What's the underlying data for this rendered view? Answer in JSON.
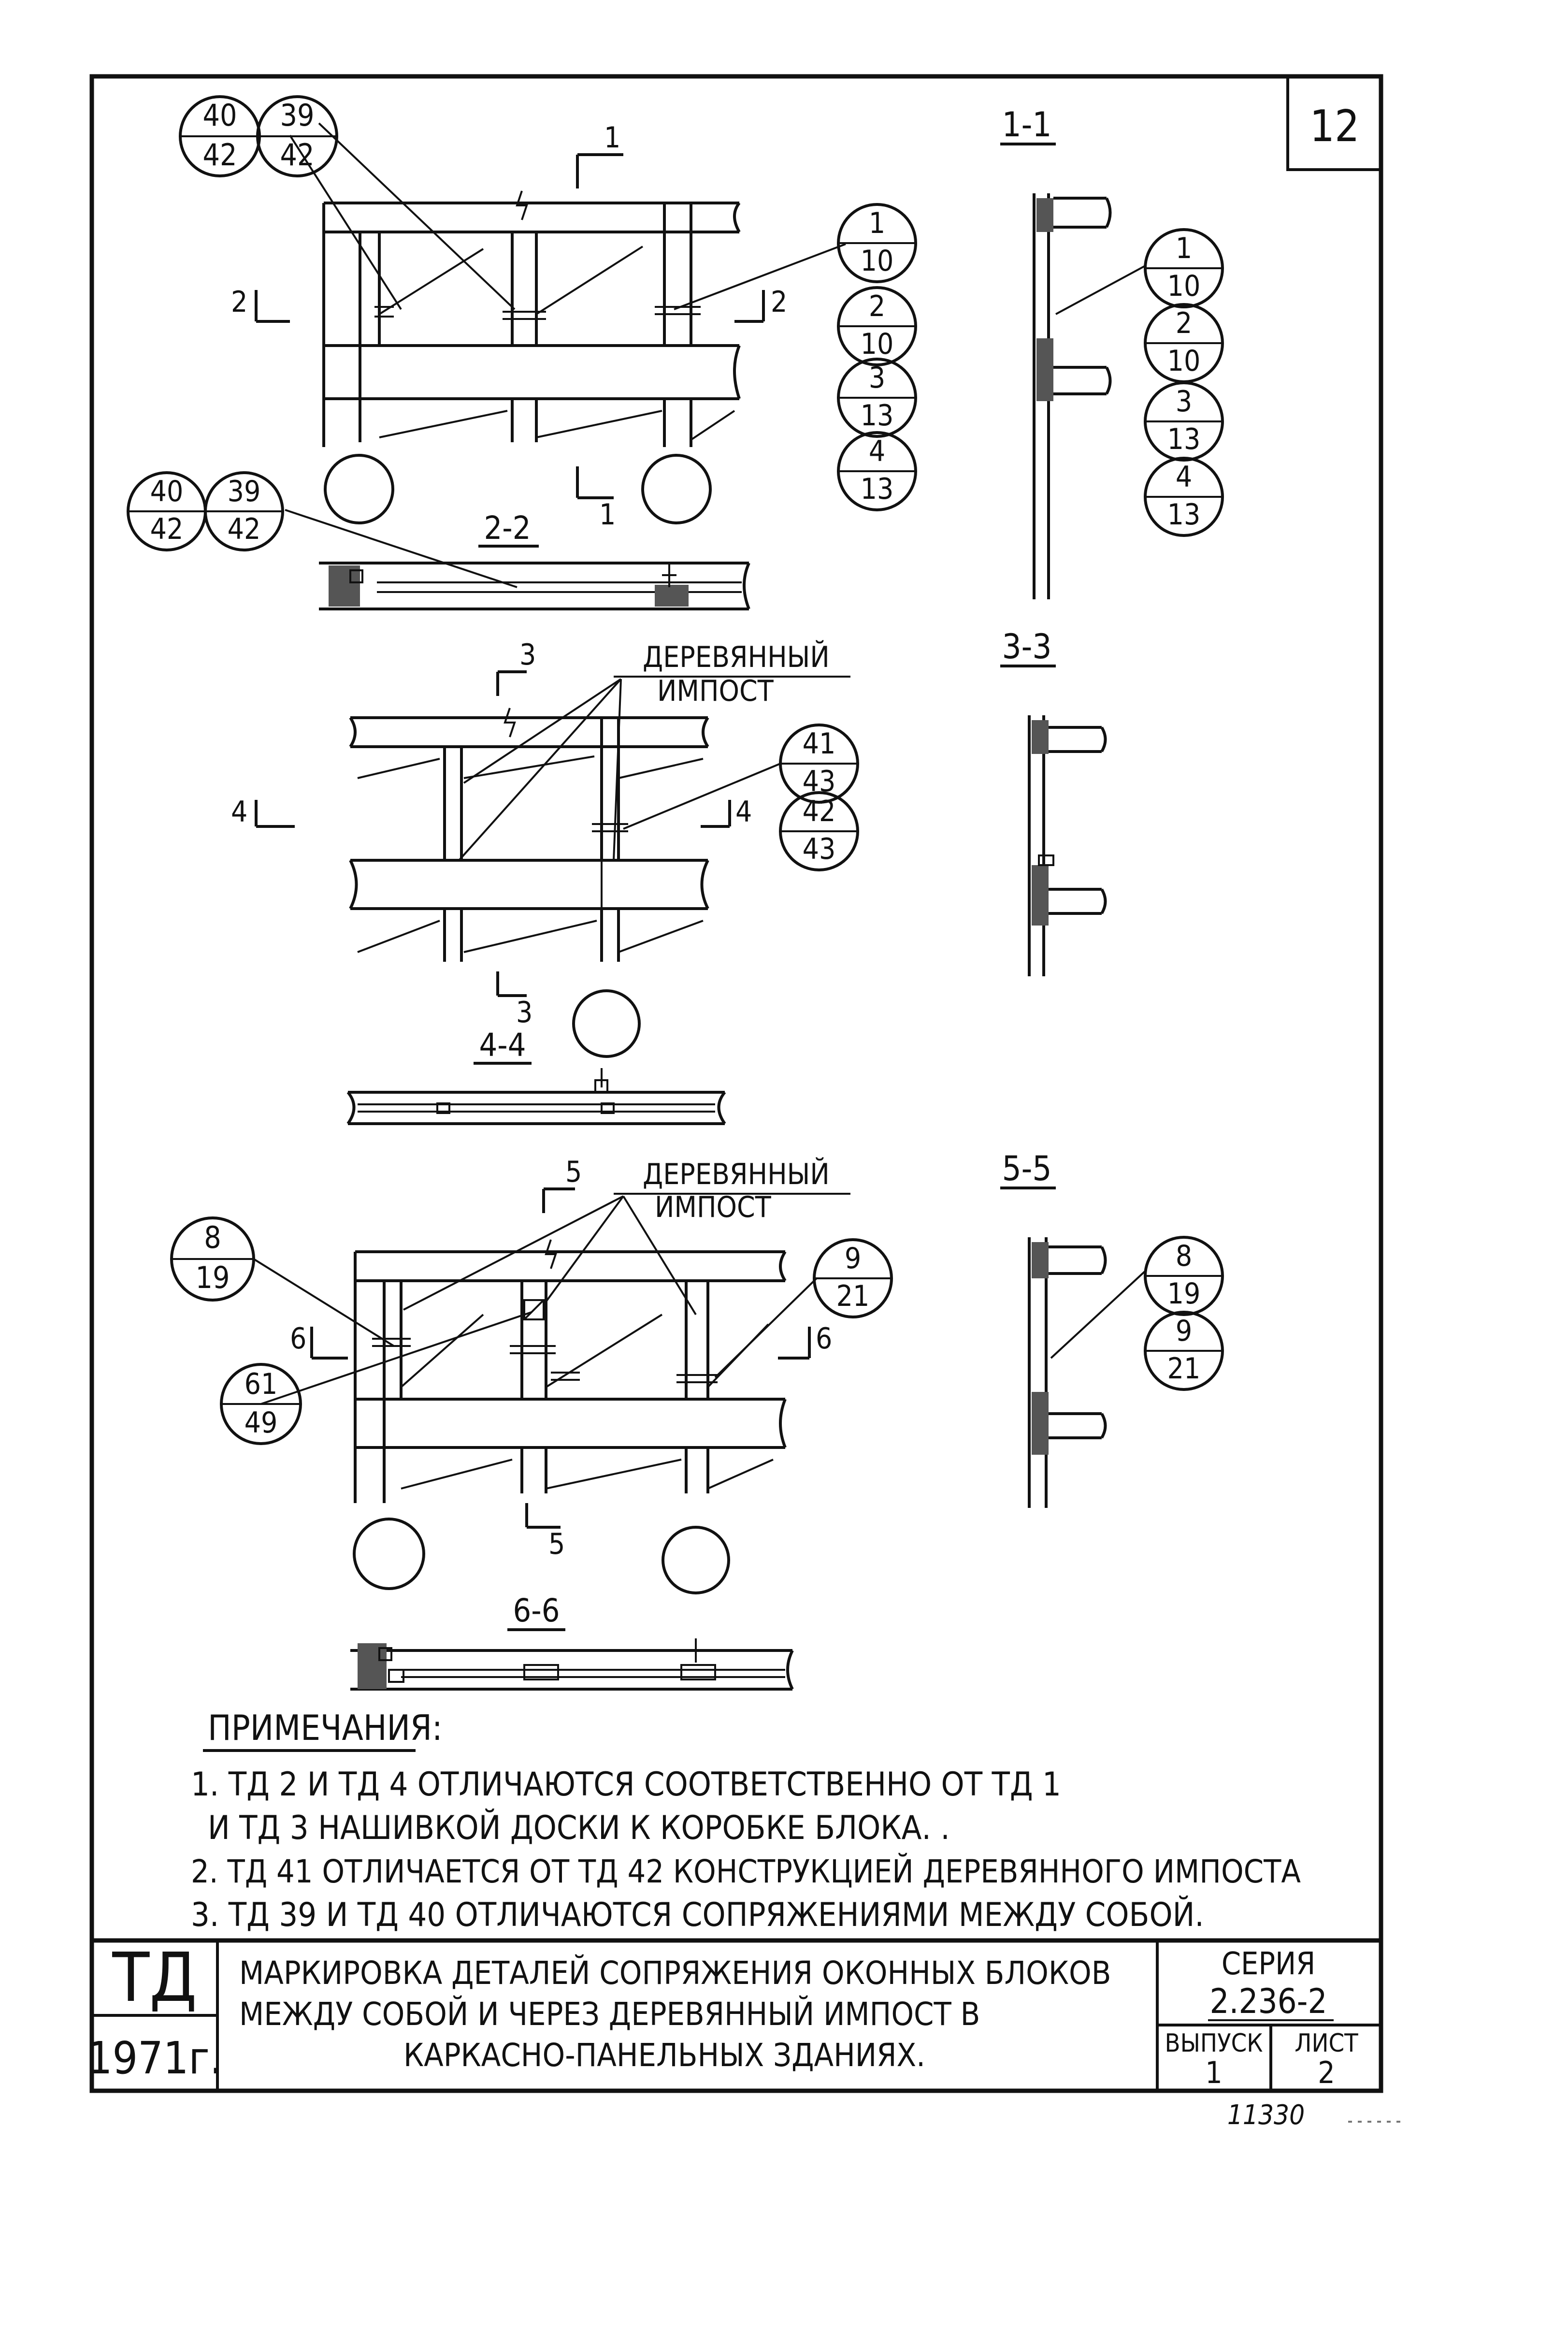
{
  "sheet": {
    "sheet_no": "12",
    "inventory_no": "11330",
    "stamp": {
      "org": "ТД",
      "year": "1971г.",
      "title_lines": [
        "МАРКИРОВКА ДЕТАЛЕЙ СОПРЯЖЕНИЯ ОКОННЫХ БЛОКОВ",
        "МЕЖДУ СОБОЙ И ЧЕРЕЗ ДЕРЕВЯННЫЙ ИМПОСТ В",
        "КАРКАСНО-ПАНЕЛЬНЫХ ЗДАНИЯХ."
      ],
      "series_label": "СЕРИЯ",
      "series_value": "2.236-2",
      "issue_label": "ВЫПУСК",
      "issue_value": "1",
      "list_label": "ЛИСТ",
      "list_value": "2"
    }
  },
  "labels": {
    "wood_impost_1": "ДЕРЕВЯННЫЙ",
    "wood_impost_2": "ИМПОСТ",
    "sec_1_1": "1-1",
    "sec_2_2": "2-2",
    "sec_3_3": "3-3",
    "sec_4_4": "4-4",
    "sec_5_5": "5-5",
    "sec_6_6": "6-6",
    "m1": "1",
    "m2": "2",
    "m3": "3",
    "m4": "4",
    "m5": "5",
    "m6": "6"
  },
  "callouts": {
    "a1": {
      "top": "40",
      "bottom": "42"
    },
    "a2": {
      "top": "39",
      "bottom": "42"
    },
    "b1": {
      "top": "1",
      "bottom": "10"
    },
    "b2": {
      "top": "2",
      "bottom": "10"
    },
    "b3": {
      "top": "3",
      "bottom": "13"
    },
    "b4": {
      "top": "4",
      "bottom": "13"
    },
    "c1": {
      "top": "1",
      "bottom": "10"
    },
    "c2": {
      "top": "2",
      "bottom": "10"
    },
    "c3": {
      "top": "3",
      "bottom": "13"
    },
    "c4": {
      "top": "4",
      "bottom": "13"
    },
    "d1": {
      "top": "40",
      "bottom": "42"
    },
    "d2": {
      "top": "39",
      "bottom": "42"
    },
    "e1": {
      "top": "41",
      "bottom": "43"
    },
    "e2": {
      "top": "42",
      "bottom": "43"
    },
    "f1": {
      "top": "8",
      "bottom": "19"
    },
    "f2": {
      "top": "9",
      "bottom": "21"
    },
    "f3": {
      "top": "61",
      "bottom": "49"
    },
    "g1": {
      "top": "8",
      "bottom": "19"
    },
    "g2": {
      "top": "9",
      "bottom": "21"
    }
  },
  "notes": {
    "heading": "ПРИМЕЧАНИЯ:",
    "n1a": "1. ТД 2 И ТД 4  ОТЛИЧАЮТСЯ СООТВЕТСТВЕННО ОТ ТД 1",
    "n1b": "И ТД 3  НАШИВКОЙ ДОСКИ К КОРОБКЕ БЛОКА. .",
    "n2": "2. ТД 41  ОТЛИЧАЕТСЯ ОТ ТД 42  КОНСТРУКЦИЕЙ ДЕРЕВЯННОГО ИМПОСТА",
    "n3": "3. ТД 39 И ТД 40 ОТЛИЧАЮТСЯ СОПРЯЖЕНИЯМИ МЕЖДУ СОБОЙ."
  }
}
